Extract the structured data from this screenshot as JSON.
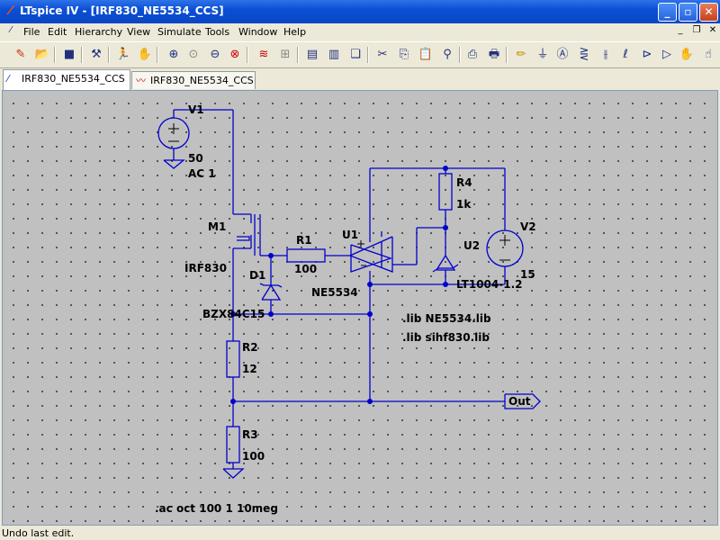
{
  "window": {
    "title": "LTspice IV - [IRF830_NE5534_CCS]"
  },
  "menu": [
    "File",
    "Edit",
    "Hierarchy",
    "View",
    "Simulate",
    "Tools",
    "Window",
    "Help"
  ],
  "tabs": [
    {
      "label": "IRF830_NE5534_CCS",
      "icon": "schematic-icon"
    },
    {
      "label": "IRF830_NE5534_CCS",
      "icon": "waveform-icon"
    }
  ],
  "schematic": {
    "v1": {
      "name": "V1",
      "value": "50",
      "ac": "AC 1"
    },
    "m1": {
      "name": "M1",
      "model": "IRF830"
    },
    "r1": {
      "name": "R1",
      "value": "100"
    },
    "d1": {
      "name": "D1",
      "model": "BZX84C15"
    },
    "u1": {
      "name": "U1",
      "model": "NE5534"
    },
    "r4": {
      "name": "R4",
      "value": "1k"
    },
    "u2": {
      "name": "U2",
      "model": "LT1004-1.2"
    },
    "v2": {
      "name": "V2",
      "value": "15"
    },
    "r2": {
      "name": "R2",
      "value": "12"
    },
    "r3": {
      "name": "R3",
      "value": "100"
    },
    "out_label": "Out",
    "directives": [
      ".lib NE5534.lib",
      ".lib sihf830.lib"
    ],
    "sim_command": ".ac oct 100 1 10meg"
  },
  "status": {
    "text": "Undo last edit."
  },
  "colors": {
    "wire": "#0000cc",
    "canvas": "#c0c0c0",
    "component": "#0000cc"
  }
}
